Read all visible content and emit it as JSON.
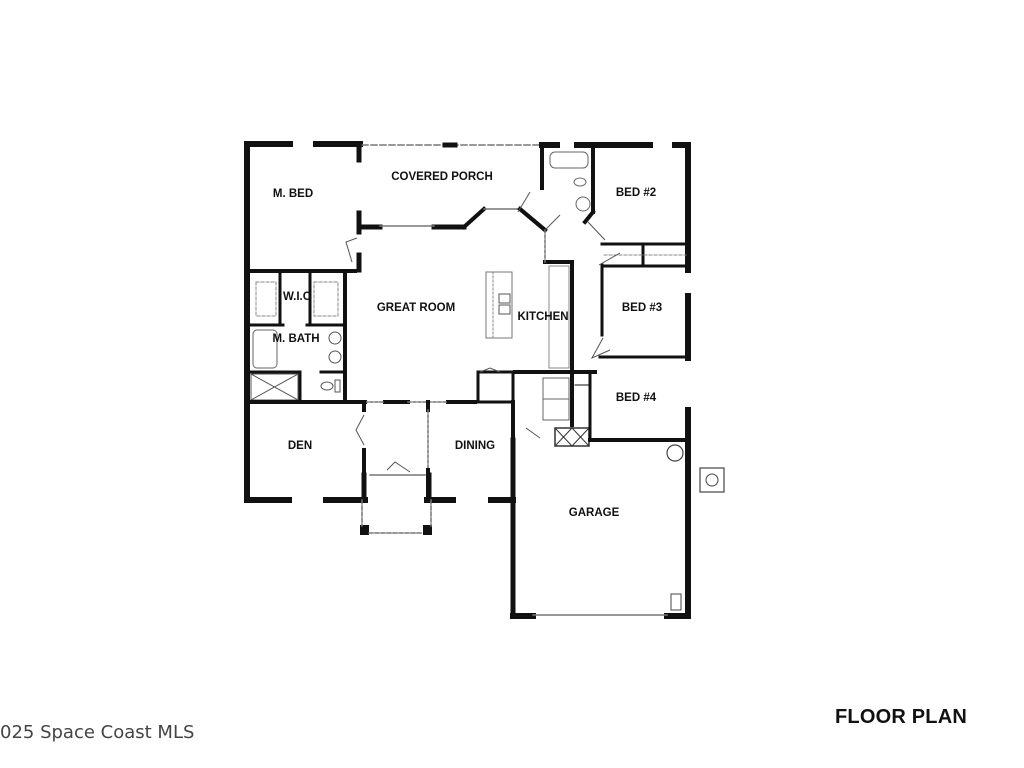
{
  "title": "FLOOR PLAN",
  "copyright": "025 Space Coast MLS",
  "rooms": {
    "m_bed": "M. BED",
    "covered_porch": "COVERED PORCH",
    "bed2": "BED #2",
    "wic": "W.I.C",
    "great_room": "GREAT ROOM",
    "kitchen": "KITCHEN",
    "bed3": "BED #3",
    "m_bath": "M. BATH",
    "bed4": "BED #4",
    "den": "DEN",
    "dining": "DINING",
    "garage": "GARAGE"
  },
  "colors": {
    "wall": "#111111",
    "background": "#ffffff",
    "fixture": "#555555"
  }
}
